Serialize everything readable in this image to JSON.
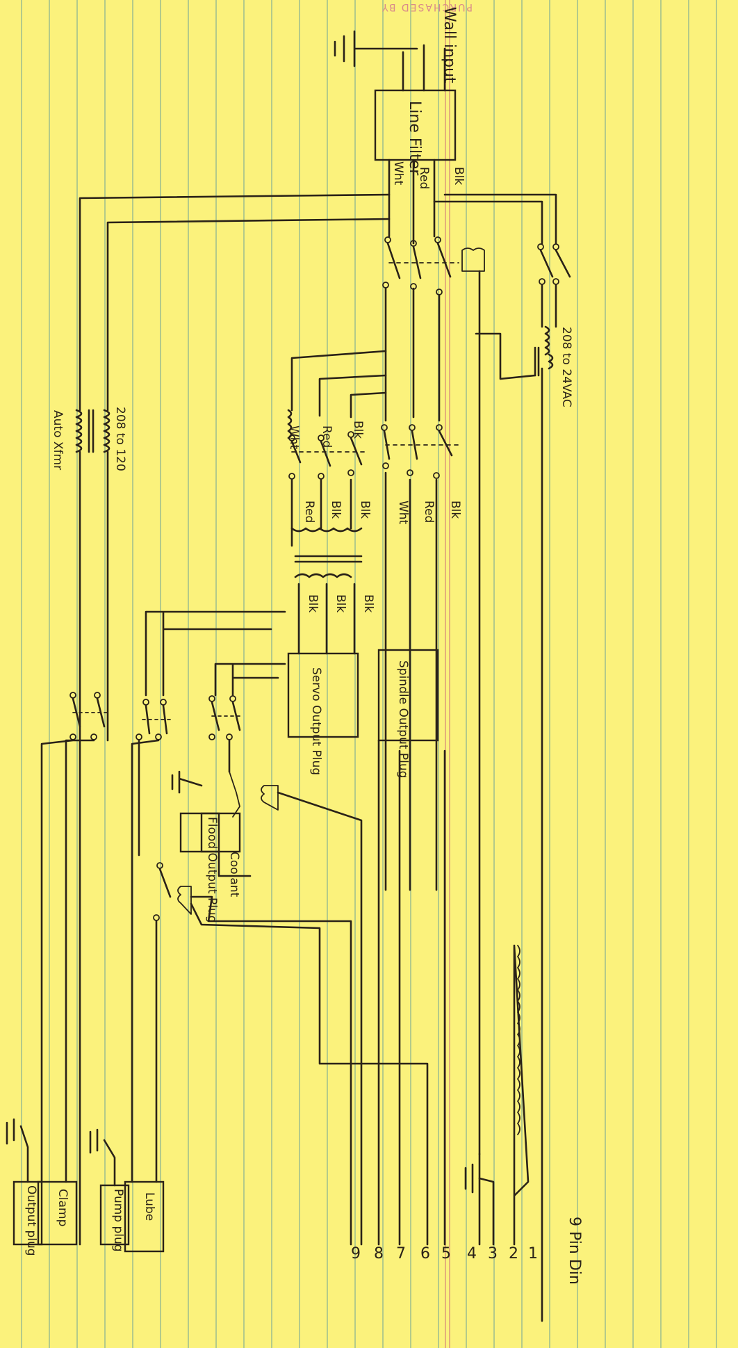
{
  "stamp": "PURCHASED BY",
  "header": {
    "wall_input": "Wall input"
  },
  "blocks": {
    "line_filter": "Line Filter",
    "spindle_output_plug": "Spindle Output Plug",
    "servo_output_plug": "Servo Output Plug",
    "flood_output_plug": "Flood Output Plug",
    "clamp": "Clamp",
    "clamp_output_plug": "Output plug",
    "lube": "Lube",
    "pump_plug": "Pump plug"
  },
  "transformers": {
    "control_xfmr": "208 to 24VAC",
    "auto_xfmr_ratio": "208 to 120",
    "auto_xfmr_name": "Auto Xfmr"
  },
  "wires": {
    "blk": "Blk",
    "red": "Red",
    "wht": "Wht"
  },
  "relay_coils": {
    "coolant": "Coolant"
  },
  "connector": {
    "title": "9 Pin Din",
    "pins": [
      "1",
      "2",
      "3",
      "4",
      "5",
      "6",
      "7",
      "8",
      "9"
    ]
  }
}
